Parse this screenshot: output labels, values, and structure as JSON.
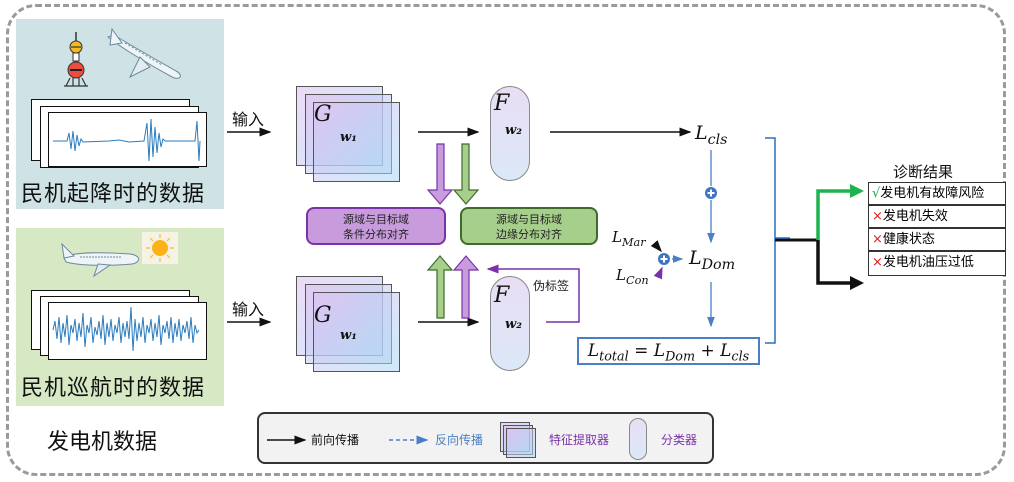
{
  "panels": {
    "top": {
      "label": "民机起降时的数据",
      "input_label": "输入"
    },
    "bottom": {
      "label": "民机巡航时的数据",
      "input_label": "输入"
    },
    "section_label": "发电机数据"
  },
  "feature_extractor": {
    "symbol": "G",
    "weight": "w₁"
  },
  "classifier": {
    "symbol": "F",
    "weight": "w₂"
  },
  "alignment": {
    "conditional": {
      "line1": "源域与目标域",
      "line2": "条件分布对齐"
    },
    "marginal": {
      "line1": "源域与目标域",
      "line2": "边缘分布对齐"
    }
  },
  "pseudo_label": "伪标签",
  "losses": {
    "cls": {
      "base": "L",
      "sub": "cls"
    },
    "mar": {
      "base": "L",
      "sub": "Mar"
    },
    "con": {
      "base": "L",
      "sub": "Con"
    },
    "dom": {
      "base": "L",
      "sub": "Dom"
    },
    "total_formula": {
      "lhs_sub": "total",
      "eq": " = ",
      "dom_sub": "Dom",
      "plus": " + ",
      "cls_sub": "cls",
      "base": "L"
    }
  },
  "diagnosis": {
    "title": "诊断结果",
    "items": [
      {
        "mark": "√",
        "text": "发电机有故障风险",
        "status": "selected"
      },
      {
        "mark": "×",
        "text": "发电机失效",
        "status": "rejected"
      },
      {
        "mark": "×",
        "text": "健康状态",
        "status": "rejected"
      },
      {
        "mark": "×",
        "text": "发电机油压过低",
        "status": "rejected"
      }
    ]
  },
  "legend": {
    "forward": "前向传播",
    "backward": "反向传播",
    "extractor": "特征提取器",
    "classifier": "分类器"
  },
  "colors": {
    "purple": "#7a32a8",
    "green": "#3e6b2a",
    "blue": "#4a7fc6",
    "check_green": "#1aa14a",
    "cross_red": "#e0201b",
    "bright_green_arrow": "#1db34f"
  }
}
